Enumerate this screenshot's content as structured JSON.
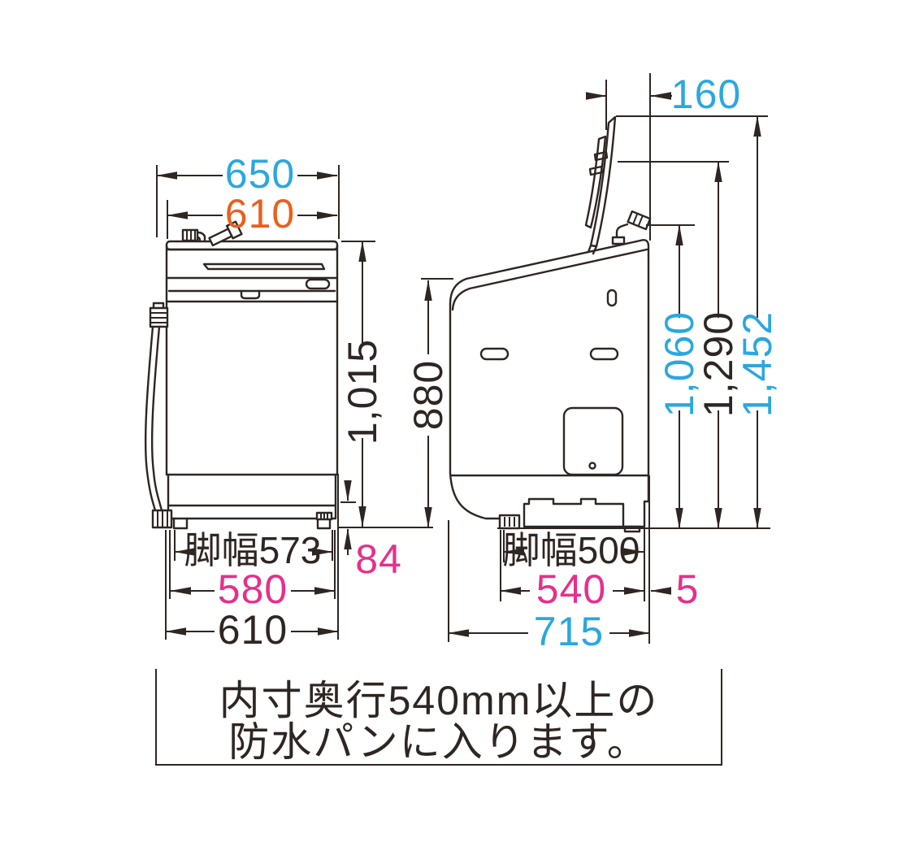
{
  "diagram": {
    "title_hint": "washing machine dimension drawing",
    "views": {
      "front": {
        "dims": {
          "total_width": "650",
          "top_width": "610",
          "body_height": "1,015",
          "base_clearance": "84",
          "leg_width": "脚幅573",
          "base_width": "580",
          "bottom_width": "610"
        }
      },
      "side": {
        "dims": {
          "lid_overhang": "160",
          "body_height": "880",
          "top_height": "1,060",
          "hinge_height": "1,290",
          "open_lid_height": "1,452",
          "leg_depth": "脚幅500",
          "base_depth": "540",
          "rear_gap": "5",
          "total_depth": "715"
        }
      }
    },
    "note": {
      "line1": "内寸奥行540mm以上の",
      "line2": "防水パンに入ります。"
    },
    "colors": {
      "blue": "#2BA7E0",
      "orange": "#E8601D",
      "pink": "#E6308A",
      "ink": "#2E2622"
    }
  }
}
